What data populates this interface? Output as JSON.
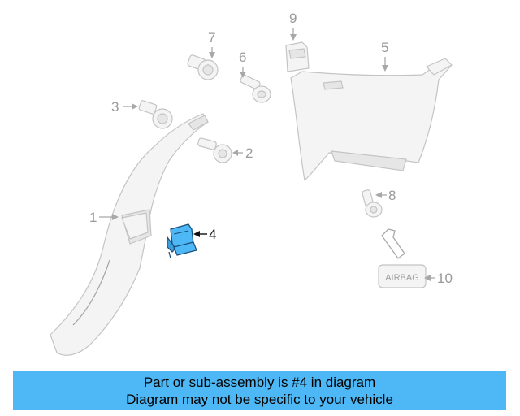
{
  "diagram": {
    "callouts": [
      "1",
      "2",
      "3",
      "4",
      "5",
      "6",
      "7",
      "8",
      "9",
      "10"
    ],
    "airbag_label": "AIRBAG",
    "highlighted_part": "4",
    "highlight_color": "#4db8f5"
  },
  "banner": {
    "line1": "Part or sub-assembly is #4 in diagram",
    "line2": "Diagram may not be specific to your vehicle",
    "background": "#4db8f5"
  }
}
